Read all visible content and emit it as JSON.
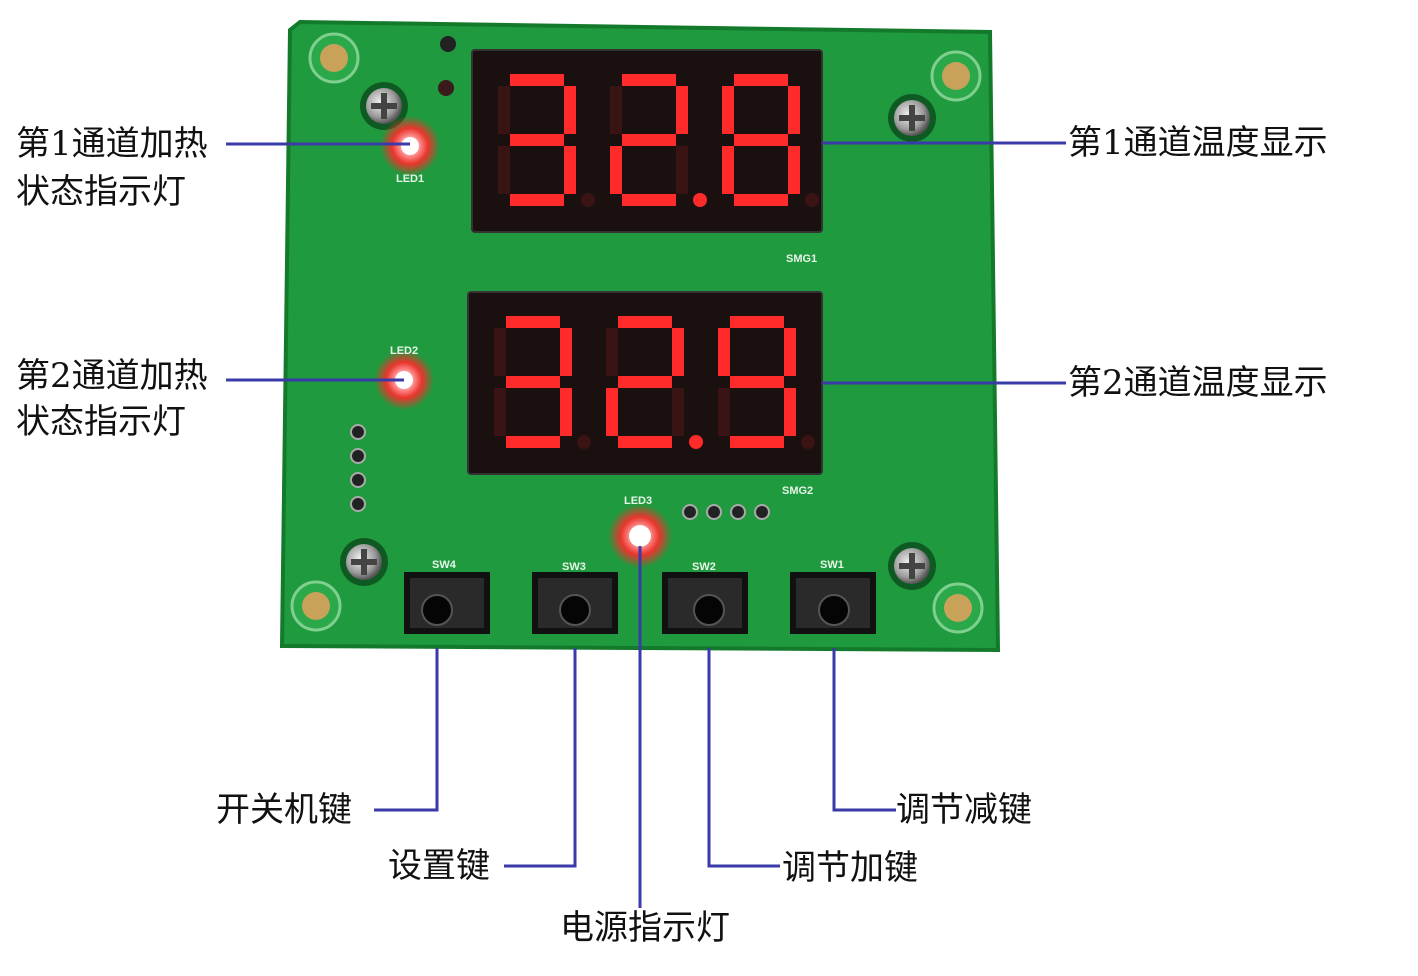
{
  "board": {
    "silkscreen": {
      "led1": "LED1",
      "led2": "LED2",
      "led3": "LED3",
      "smg1": "SMG1",
      "smg2": "SMG2",
      "sw1": "SW1",
      "sw2": "SW2",
      "sw3": "SW3",
      "sw4": "SW4"
    },
    "display1_value": "32.8",
    "display2_value": "32.9"
  },
  "labels": {
    "ch1_heat_line1": "第1通道加热",
    "ch1_heat_line2": "状态指示灯",
    "ch2_heat_line1": "第2通道加热",
    "ch2_heat_line2": "状态指示灯",
    "ch1_temp": "第1通道温度显示",
    "ch2_temp": "第2通道温度显示",
    "power_key": "开关机键",
    "set_key": "设置键",
    "power_led": "电源指示灯",
    "up_key": "调节加键",
    "down_key": "调节减键"
  },
  "colors": {
    "pcb": "#1f9a3e",
    "leader_line": "#3a3aa8",
    "led_red": "#ff2a2a"
  }
}
